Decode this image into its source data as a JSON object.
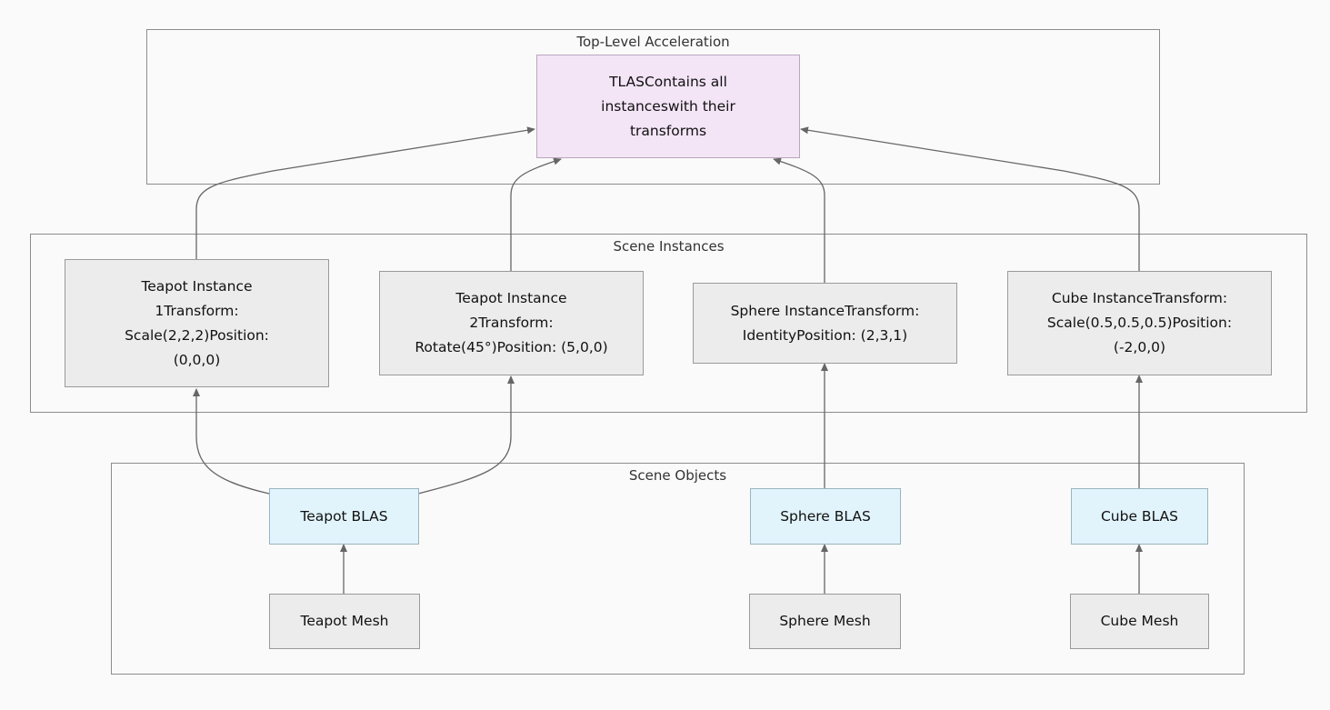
{
  "clusters": {
    "top_level": {
      "title": "Top-Level Acceleration"
    },
    "instances": {
      "title": "Scene Instances"
    },
    "objects": {
      "title": "Scene Objects"
    }
  },
  "nodes": {
    "tlas": {
      "label": "TLASContains all\ninstanceswith their\ntransforms"
    },
    "teapot_instance_1": {
      "label": "Teapot Instance\n1Transform:\nScale(2,2,2)Position:\n(0,0,0)"
    },
    "teapot_instance_2": {
      "label": "Teapot Instance\n2Transform:\nRotate(45°)Position: (5,0,0)"
    },
    "sphere_instance": {
      "label": "Sphere InstanceTransform:\nIdentityPosition: (2,3,1)"
    },
    "cube_instance": {
      "label": "Cube InstanceTransform:\nScale(0.5,0.5,0.5)Position:\n(-2,0,0)"
    },
    "teapot_blas": {
      "label": "Teapot BLAS"
    },
    "sphere_blas": {
      "label": "Sphere BLAS"
    },
    "cube_blas": {
      "label": "Cube BLAS"
    },
    "teapot_mesh": {
      "label": "Teapot Mesh"
    },
    "sphere_mesh": {
      "label": "Sphere Mesh"
    },
    "cube_mesh": {
      "label": "Cube Mesh"
    }
  },
  "colors": {
    "edge": "#666666",
    "tlas_fill": "#f3e4f6",
    "blas_fill": "#e1f4fc",
    "default_fill": "#ececec"
  }
}
